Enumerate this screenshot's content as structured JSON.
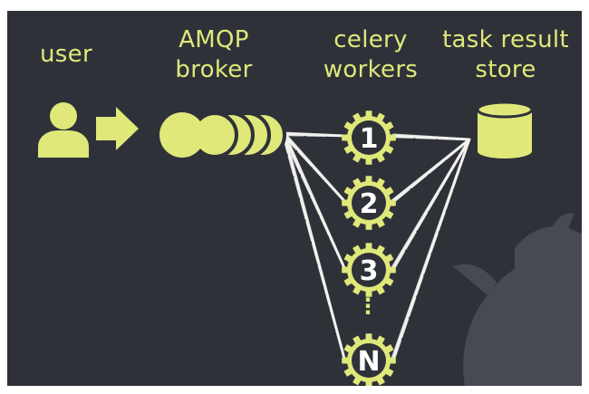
{
  "colors": {
    "background": "#2f3139",
    "accent": "#dfe879",
    "arrow_lines": "#f2f2f0",
    "outline": "#2f3139",
    "mascot": "#474a53"
  },
  "labels": {
    "user": "user",
    "broker_line1": "AMQP",
    "broker_line2": "broker",
    "workers_line1": "celery",
    "workers_line2": "workers",
    "store_line1": "task result",
    "store_line2": "store"
  },
  "workers": [
    {
      "label": "1"
    },
    {
      "label": "2"
    },
    {
      "label": "3"
    },
    {
      "label": "N"
    }
  ],
  "ellipsis": "⋮",
  "icons": {
    "user": "user-icon",
    "arrow": "arrow-right-icon",
    "queue": "queue-icon",
    "store": "database-icon",
    "mascot": "celery-mascot"
  }
}
